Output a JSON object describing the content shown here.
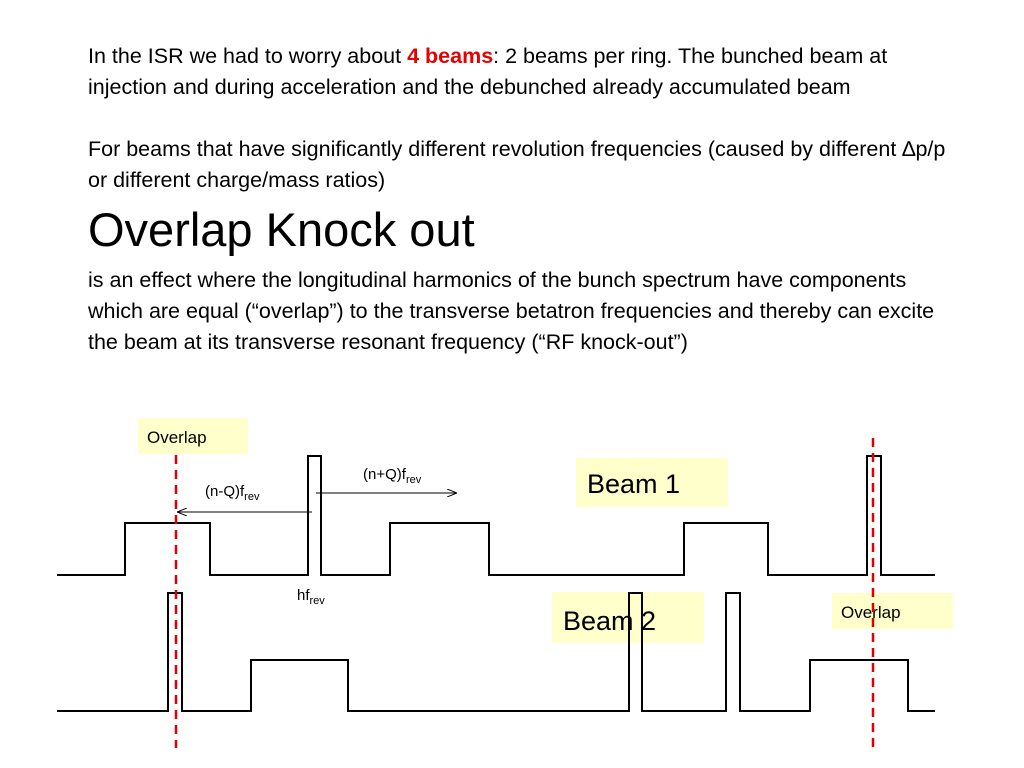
{
  "text": {
    "intro_before": "In the ISR we had to worry about ",
    "intro_highlight": "4 beams",
    "intro_after": ": 2 beams per ring. The bunched beam at injection and during acceleration and the debunched already accumulated beam",
    "beams_before": "For beams that have significantly different revolution frequencies (caused by different ",
    "delta_symbol": "∆",
    "beams_after": "p/p or different charge/mass ratios)",
    "title": "Overlap Knock out",
    "definition": "is an effect where the longitudinal harmonics of the bunch spectrum have components which are equal (“overlap”) to the transverse betatron frequencies and thereby can excite the beam at its transverse resonant frequency (“RF knock-out”)"
  },
  "diagram": {
    "overlap_left": "Overlap",
    "overlap_right": "Overlap",
    "beam1": "Beam 1",
    "beam2": "Beam 2",
    "n_minus_q_base": "(n-Q)f",
    "n_plus_q_base": "(n+Q)f",
    "h_base": "hf",
    "subscript": "rev"
  },
  "colors": {
    "highlight": "#e60000",
    "label_box": "#ffffcc",
    "overlap_line": "#e00000"
  }
}
